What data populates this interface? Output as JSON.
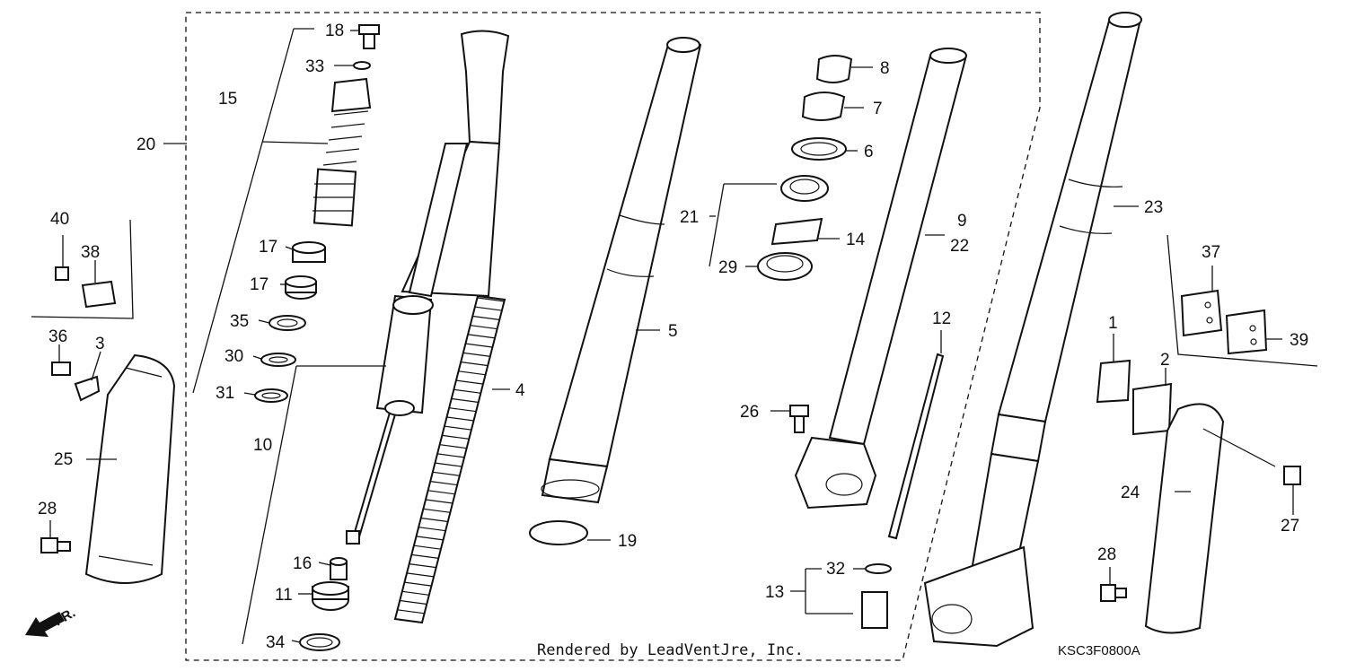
{
  "labels": {
    "l18": "18",
    "l33": "33",
    "l15": "15",
    "l20": "20",
    "l17a": "17",
    "l17b": "17",
    "l35": "35",
    "l30": "30",
    "l31": "31",
    "l10": "10",
    "l16": "16",
    "l11": "11",
    "l34": "34",
    "l4": "4",
    "l5": "5",
    "l19": "19",
    "l8": "8",
    "l7": "7",
    "l6": "6",
    "l21": "21",
    "l14": "14",
    "l29": "29",
    "l9": "9",
    "l22": "22",
    "l12": "12",
    "l26": "26",
    "l32": "32",
    "l13": "13",
    "l23": "23",
    "l37": "37",
    "l39": "39",
    "l1": "1",
    "l2": "2",
    "l24": "24",
    "l27": "27",
    "l28a": "28",
    "l28b": "28",
    "l40": "40",
    "l38": "38",
    "l36": "36",
    "l3": "3",
    "l25": "25"
  },
  "front_indicator": "FR.",
  "credit": "Rendered by LeadVentJre, Inc.",
  "diagram_code": "KSC3F0800A"
}
